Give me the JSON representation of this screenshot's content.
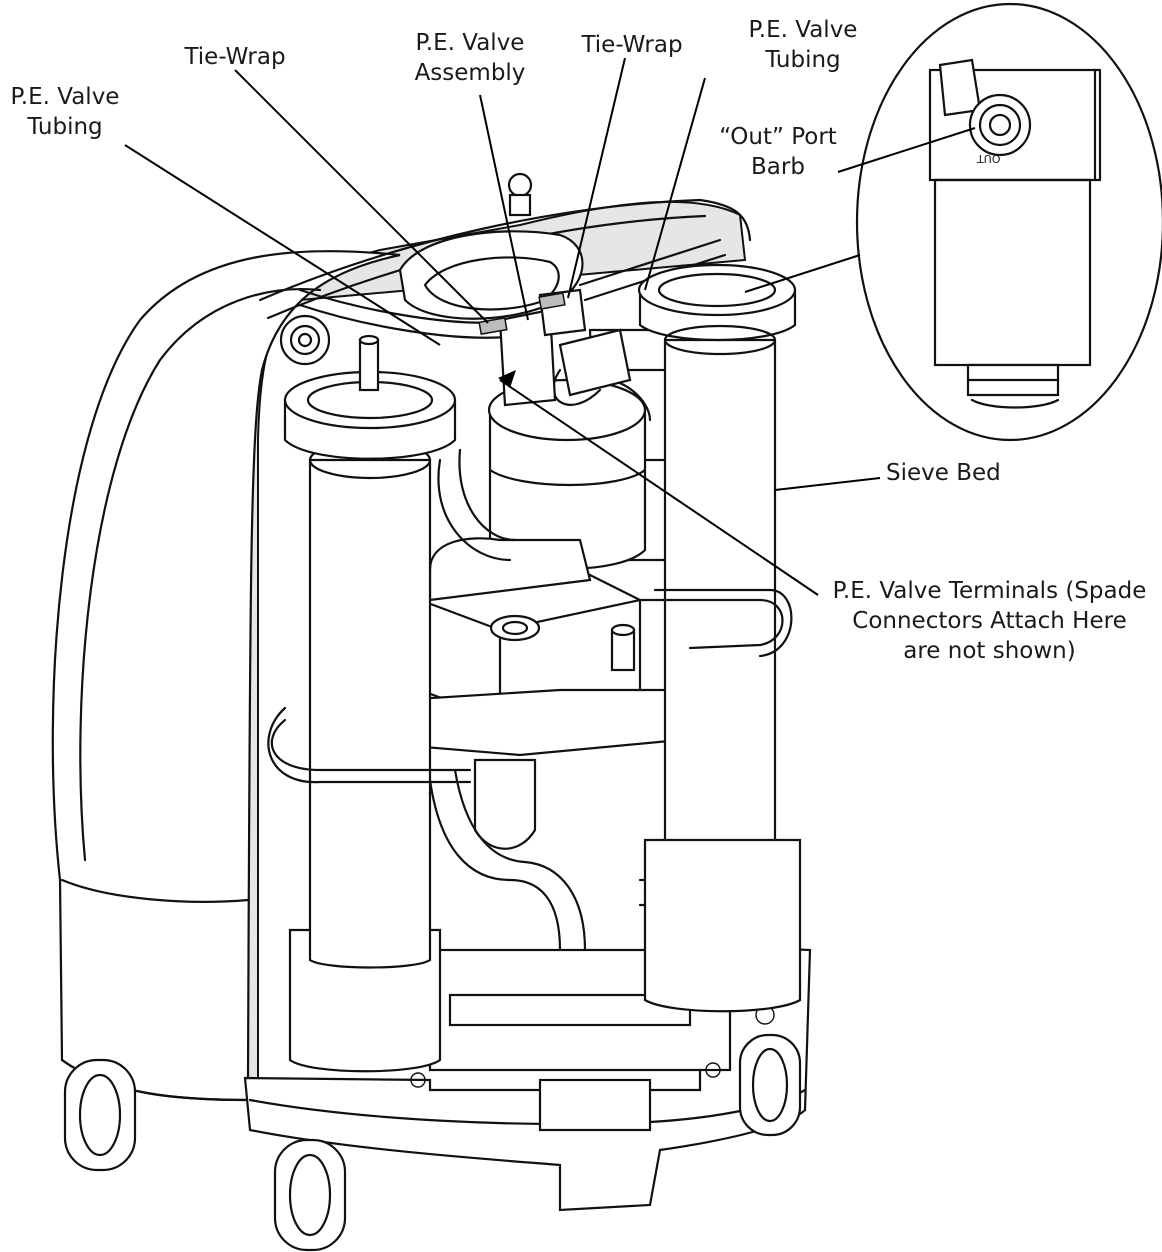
{
  "labels": {
    "pe_valve_tubing_left": [
      "P.E. Valve",
      "Tubing"
    ],
    "tie_wrap_left": [
      "Tie-Wrap"
    ],
    "pe_valve_assembly": [
      "P.E. Valve",
      "Assembly"
    ],
    "tie_wrap_right": [
      "Tie-Wrap"
    ],
    "pe_valve_tubing_right": [
      "P.E. Valve",
      "Tubing"
    ],
    "out_port_barb": [
      "“Out” Port",
      "Barb"
    ],
    "sieve_bed": [
      "Sieve Bed"
    ],
    "pe_valve_terminals": [
      "P.E. Valve Terminals (Spade",
      "Connectors Attach Here",
      "are not shown)"
    ],
    "detail_port_marking": "OUT"
  },
  "colors": {
    "line": "#111111",
    "shell_shade": "#e6e6e6",
    "background": "#ffffff"
  }
}
